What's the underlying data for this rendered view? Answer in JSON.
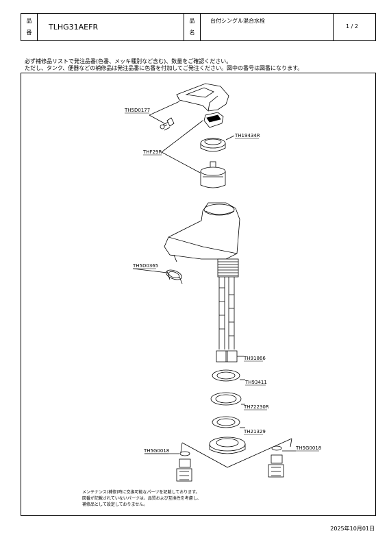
{
  "header": {
    "part_no_label_1": "品",
    "part_no_label_2": "番",
    "part_no": "TLHG31AEFR",
    "name_label_1": "品",
    "name_label_2": "名",
    "name": "台付シングル混合水栓",
    "page": "1 / 2"
  },
  "notes": {
    "line1": "必ず補修品リストで発注品番(色番、メッキ種別など含む)、数量をご確認ください。",
    "line2": "ただし、タンク、便器などの補修品は発注品番に色番を付加してご発注ください。図中の番号は図番になります。"
  },
  "diagram": {
    "labels": {
      "th5d0177": "TH5D0177",
      "th19434r": "TH19434R",
      "thf29r": "THF29R",
      "th5d0365": "TH5D0365",
      "th91866": "TH91866",
      "th93411": "TH93411",
      "th72230r": "TH72230R",
      "th21329": "TH21329",
      "th5g0018_left": "TH5G0018",
      "th5g0018_right": "TH5G0018"
    },
    "maintenance_note": {
      "line1": "メンテナンス(補修)時に交換可能なパーツを記載しております。",
      "line2": "図番が記載されていないパーツは、品質および互換性を考慮し、",
      "line3": "補修品として設定しておりません。"
    }
  },
  "footer": {
    "date": "2025年10月01日"
  }
}
